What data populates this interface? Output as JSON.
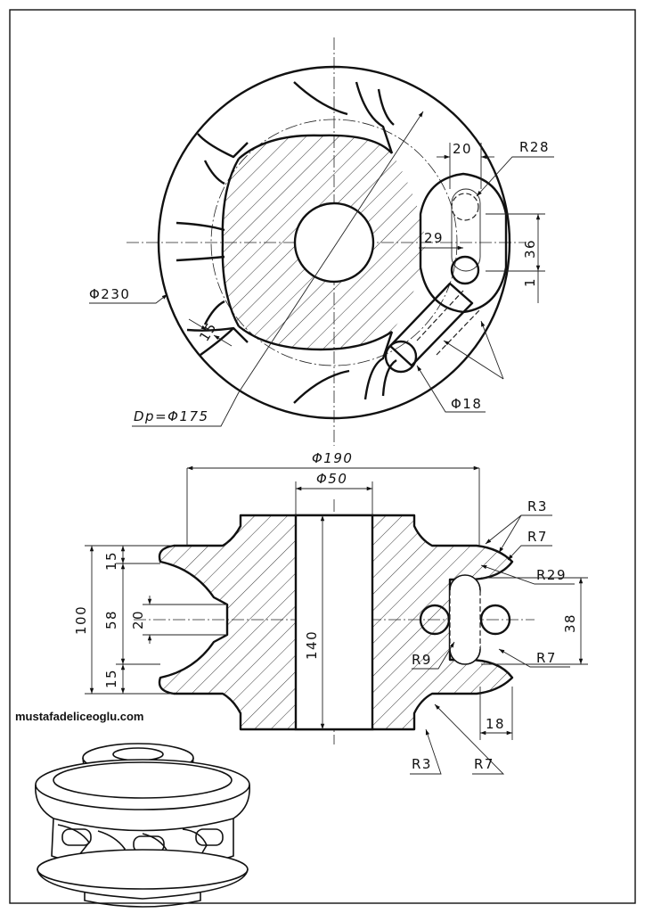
{
  "credit": "mustafadeliceoglu.com",
  "top_view": {
    "outer_diameter": "Φ230",
    "pitch_diameter": "Dp=Φ175",
    "rim_width": "15",
    "slot_width": "20",
    "slot_radius": "R28",
    "offset": "29",
    "height": "36",
    "gap": "1",
    "hole": "Φ18"
  },
  "section_view": {
    "flange_diameter": "Φ190",
    "bore_diameter": "Φ50",
    "total_height": "100",
    "upper_band": "15",
    "middle_band": "58",
    "lower_band": "15",
    "groove": "20",
    "bore_length": "140",
    "r3_top": "R3",
    "r7_top": "R7",
    "r29": "R29",
    "pocket": "38",
    "r9": "R9",
    "r7_right": "R7",
    "width_18": "18",
    "r3_bottom": "R3",
    "r7_bottom": "R7"
  },
  "colors": {
    "ink": "#111111",
    "paper": "#ffffff"
  }
}
